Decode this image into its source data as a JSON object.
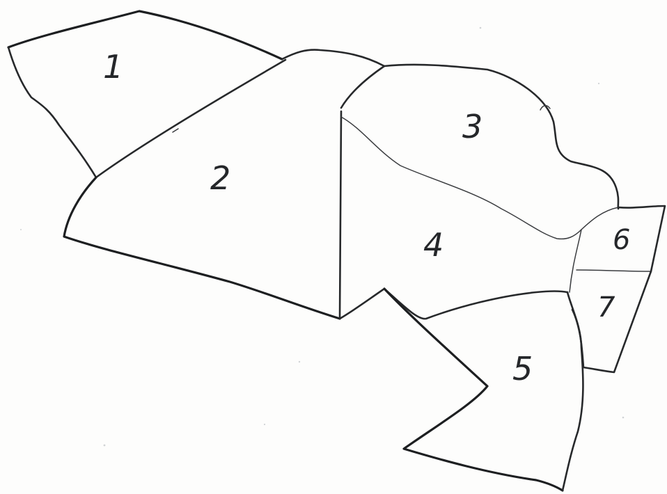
{
  "regions": [
    {
      "id": "1",
      "label": "1"
    },
    {
      "id": "2",
      "label": "2"
    },
    {
      "id": "3",
      "label": "3"
    },
    {
      "id": "4",
      "label": "4"
    },
    {
      "id": "5",
      "label": "5"
    },
    {
      "id": "6",
      "label": "6"
    },
    {
      "id": "7",
      "label": "7"
    }
  ],
  "colors": {
    "paper": "#fdfdfc",
    "ink": "#27292b"
  }
}
